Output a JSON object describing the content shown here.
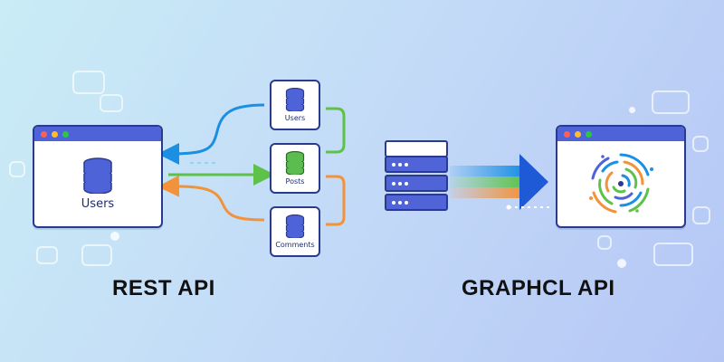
{
  "rest": {
    "title": "REST API",
    "client_label": "Users",
    "resources": [
      {
        "label": "Users",
        "color": "#4f63d9"
      },
      {
        "label": "Posts",
        "color": "#5bbd4f"
      },
      {
        "label": "Comments",
        "color": "#4f63d9"
      }
    ]
  },
  "graphql": {
    "title": "GRAPHCL API"
  },
  "colors": {
    "blue_arrow": "#1a8fe3",
    "green_arrow": "#5ec24a",
    "orange_arrow": "#f2923a",
    "window_bar": "#4f63d9",
    "outline": "#2a3a8c"
  }
}
